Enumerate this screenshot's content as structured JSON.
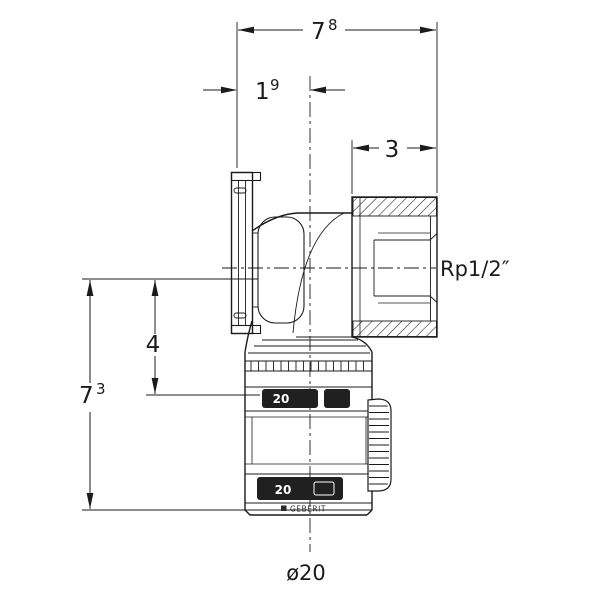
{
  "page": {
    "background": "#ffffff",
    "line_color": "#1b1b1b"
  },
  "dimensions": {
    "top_width": {
      "main": "7",
      "sup": "8"
    },
    "axis_offset": {
      "main": "1",
      "sup": "9"
    },
    "socket_depth": "3",
    "thread_label": "Rp1/2″",
    "insertion_depth": "4",
    "overall_height": {
      "main": "7",
      "sup": "3"
    },
    "pipe_diameter": "ø20"
  },
  "fitting": {
    "marking_upper": "20",
    "marking_lower": "20",
    "brand": "GEBERIT"
  }
}
